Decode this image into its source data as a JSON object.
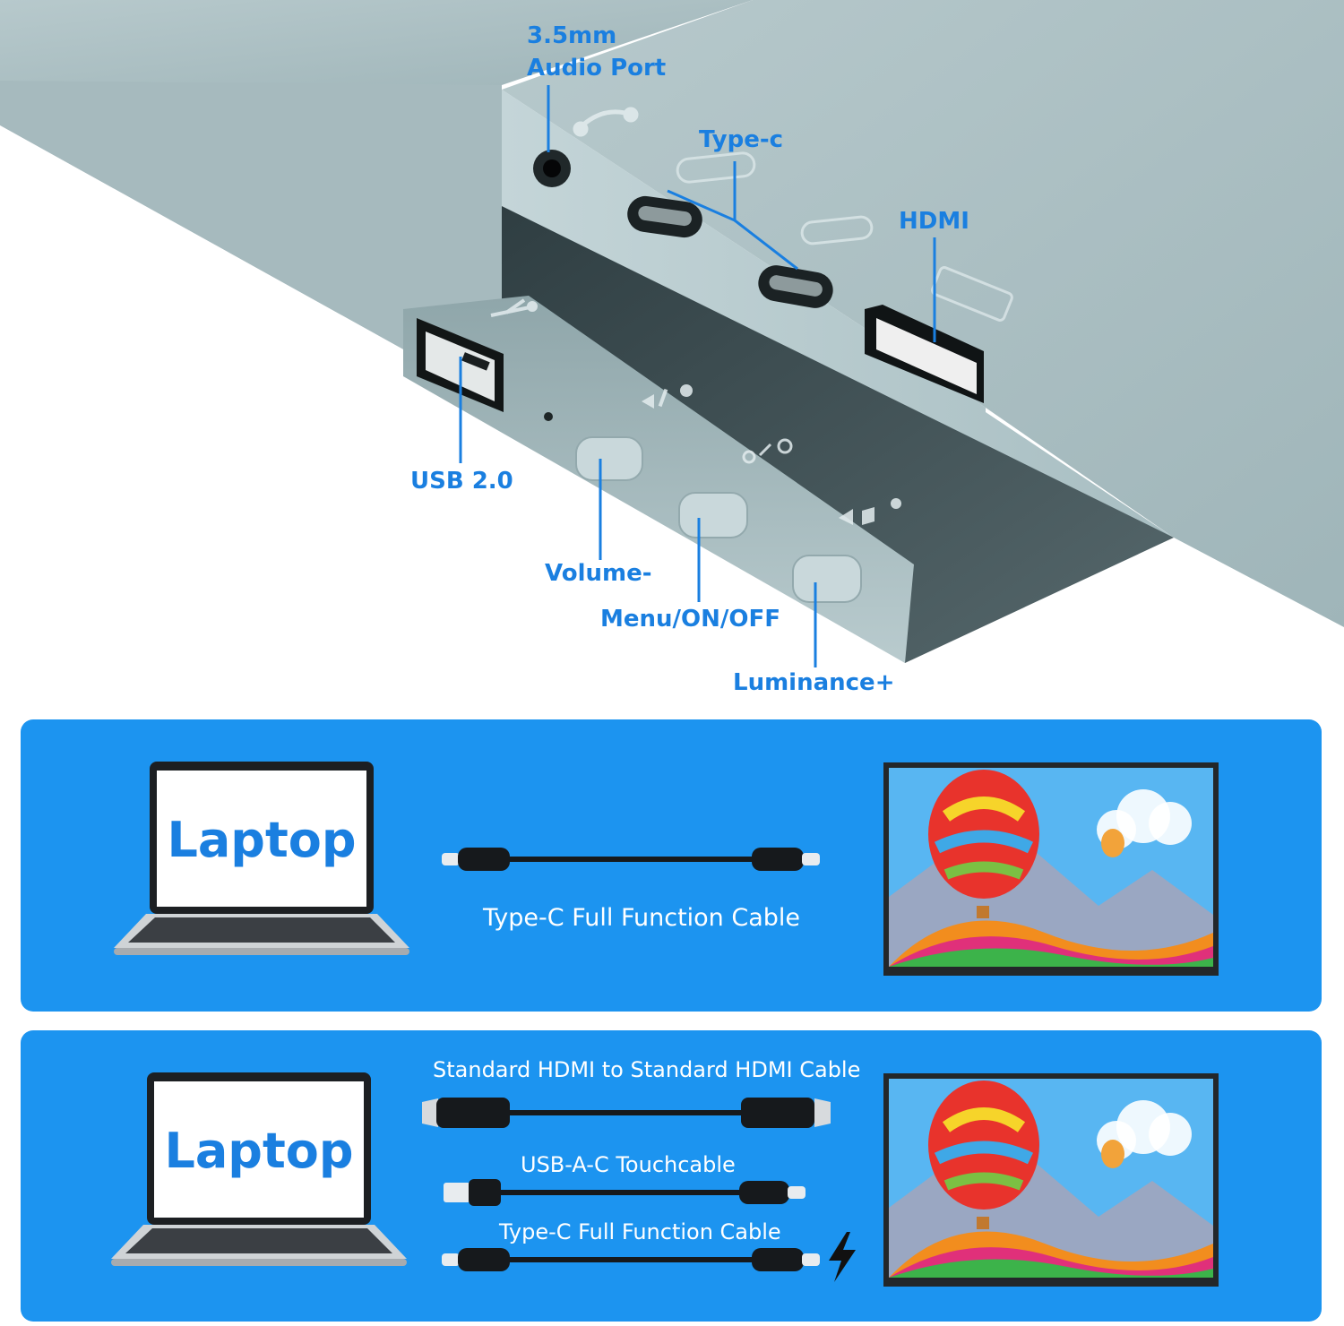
{
  "callouts": {
    "audio_line1": "3.5mm",
    "audio_line2": "Audio Port",
    "type_c": "Type-c",
    "hdmi": "HDMI",
    "usb": "USB 2.0",
    "volume": "Volume-",
    "menu": "Menu/ON/OFF",
    "luminance": "Luminance+"
  },
  "panel1": {
    "laptop_label": "Laptop",
    "cable_label": "Type-C Full Function Cable"
  },
  "panel2": {
    "laptop_label": "Laptop",
    "cable1_label": "Standard HDMI to Standard HDMI Cable",
    "cable2_label": "USB-A-C Touchcable",
    "cable3_label": "Type-C Full Function Cable"
  },
  "colors": {
    "accent": "#1a7fe0",
    "panel": "#1c94f0",
    "device": "#a9c0c4"
  },
  "icons": [
    "headphone-icon",
    "usb-icon",
    "hd-icon",
    "brightness-icon",
    "power-icon",
    "volume-icon",
    "lightning-icon"
  ]
}
